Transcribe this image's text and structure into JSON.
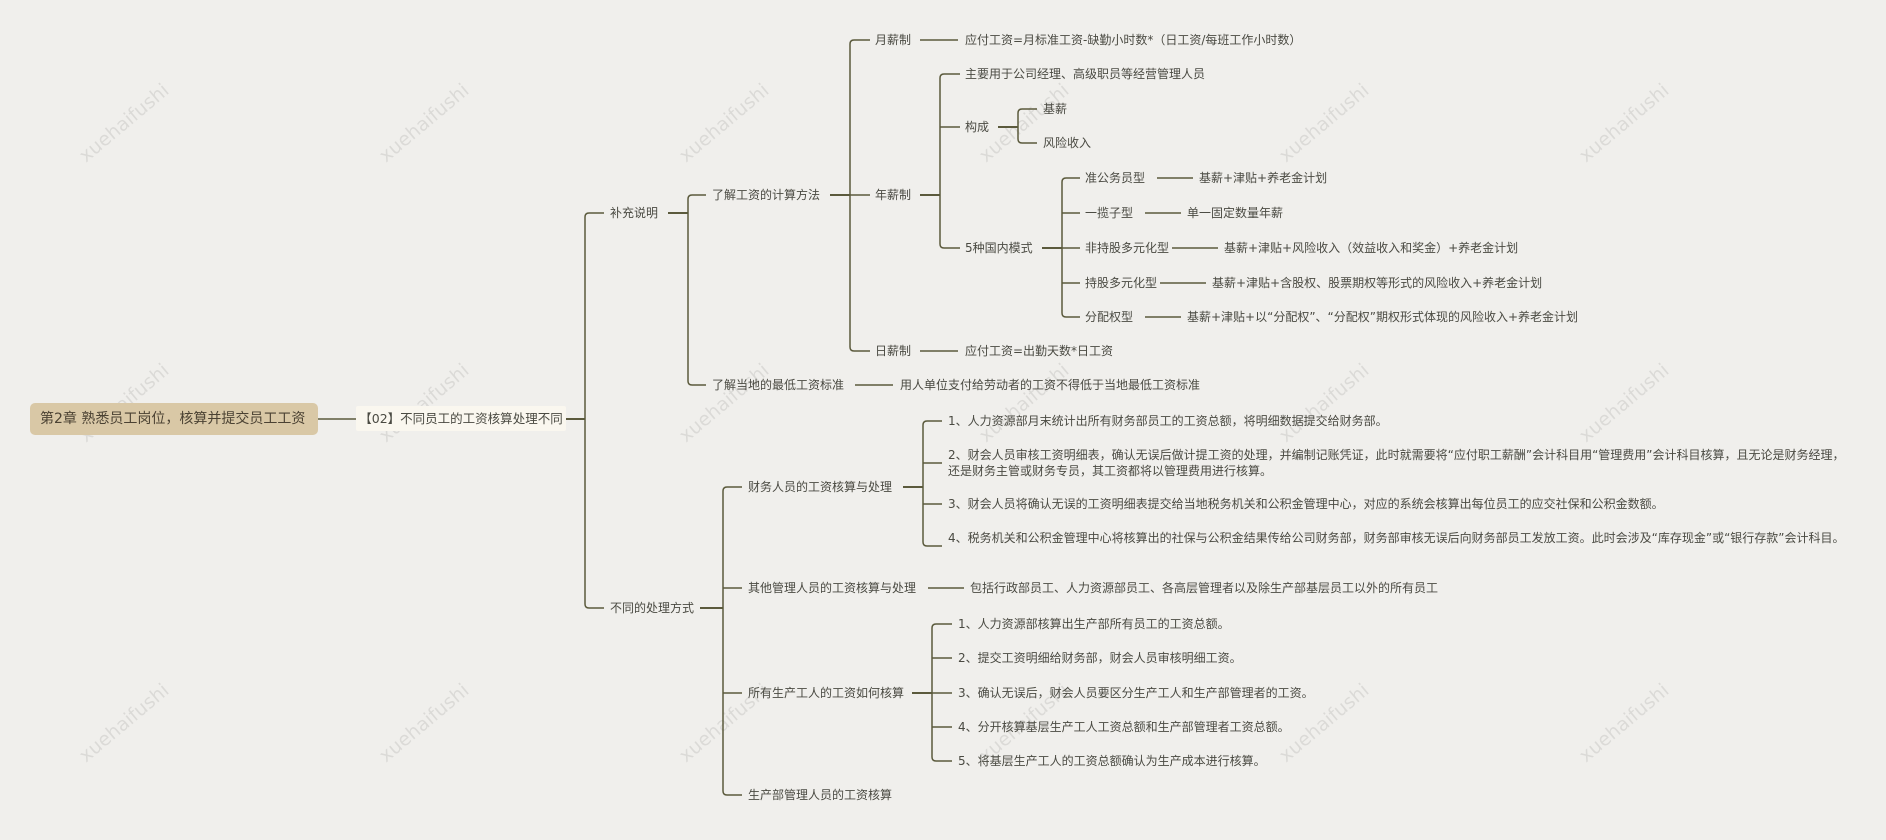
{
  "watermark": "xuehaifushi",
  "colors": {
    "background": "#f0efec",
    "line": "#5b5a3c",
    "root_fill": "#d9c8a6",
    "sub_fill": "#faf7ef",
    "text": "#4a4a42"
  },
  "mindmap": {
    "root": "第2章 熟悉员工岗位，核算并提交员工工资",
    "topic": "【02】不同员工的工资核算处理不同",
    "supplement": {
      "label": "补充说明",
      "calc": {
        "label": "了解工资的计算方法",
        "monthly": {
          "label": "月薪制",
          "detail": "应付工资=月标准工资-缺勤小时数*（日工资/每班工作小时数）"
        },
        "annual": {
          "label": "年薪制",
          "usage": "主要用于公司经理、高级职员等经营管理人员",
          "composition": {
            "label": "构成",
            "items": [
              "基薪",
              "风险收入"
            ]
          },
          "models": {
            "label": "5种国内模式",
            "items": [
              {
                "name": "准公务员型",
                "detail": "基薪+津贴+养老金计划"
              },
              {
                "name": "一揽子型",
                "detail": "单一固定数量年薪"
              },
              {
                "name": "非持股多元化型",
                "detail": "基薪+津贴+风险收入（效益收入和奖金）+养老金计划"
              },
              {
                "name": "持股多元化型",
                "detail": "基薪+津贴+含股权、股票期权等形式的风险收入+养老金计划"
              },
              {
                "name": "分配权型",
                "detail": "基薪+津贴+以“分配权”、“分配权”期权形式体现的风险收入+养老金计划"
              }
            ]
          }
        },
        "daily": {
          "label": "日薪制",
          "detail": "应付工资=出勤天数*日工资"
        }
      },
      "minwage": {
        "label": "了解当地的最低工资标准",
        "detail": "用人单位支付给劳动者的工资不得低于当地最低工资标准"
      }
    },
    "methods": {
      "label": "不同的处理方式",
      "finance": {
        "label": "财务人员的工资核算与处理",
        "steps": [
          "1、人力资源部月末统计出所有财务部员工的工资总额，将明细数据提交给财务部。",
          "2、财会人员审核工资明细表，确认无误后做计提工资的处理，并编制记账凭证，此时就需要将“应付职工薪酬”会计科目用“管理费用”会计科目核算，且无论是财务经理，还是财务主管或财务专员，其工资都将以管理费用进行核算。",
          "3、财会人员将确认无误的工资明细表提交给当地税务机关和公积金管理中心，对应的系统会核算出每位员工的应交社保和公积金数额。",
          "4、税务机关和公积金管理中心将核算出的社保与公积金结果传给公司财务部，财务部审核无误后向财务部员工发放工资。此时会涉及“库存现金”或“银行存款”会计科目。"
        ]
      },
      "other_mgmt": {
        "label": "其他管理人员的工资核算与处理",
        "detail": "包括行政部员工、人力资源部员工、各高层管理者以及除生产部基层员工以外的所有员工"
      },
      "production": {
        "label": "所有生产工人的工资如何核算",
        "steps": [
          "1、人力资源部核算出生产部所有员工的工资总额。",
          "2、提交工资明细给财务部，财会人员审核明细工资。",
          "3、确认无误后，财会人员要区分生产工人和生产部管理者的工资。",
          "4、分开核算基层生产工人工资总额和生产部管理者工资总额。",
          "5、将基层生产工人的工资总额确认为生产成本进行核算。"
        ]
      },
      "prod_mgmt": {
        "label": "生产部管理人员的工资核算"
      }
    }
  }
}
